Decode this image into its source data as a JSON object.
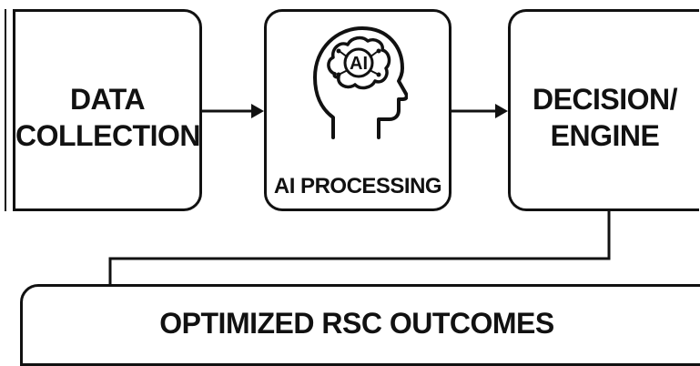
{
  "boxes": {
    "data_collection": {
      "line1": "DATA",
      "line2": "COLLECTION"
    },
    "ai_processing": {
      "label": "AI PROCESSING",
      "icon": "ai-head-icon",
      "icon_text": "AI"
    },
    "decision_engine": {
      "line1": "DECISION/",
      "line2": "ENGINE"
    },
    "outcomes": {
      "label": "OPTIMIZED RSC OUTCOMES"
    }
  },
  "colors": {
    "stroke": "#111111",
    "background": "#ffffff"
  }
}
